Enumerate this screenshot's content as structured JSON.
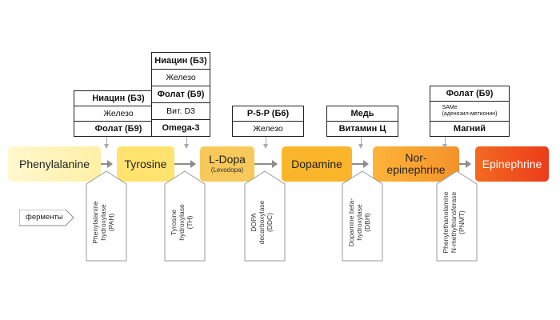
{
  "nodes": [
    {
      "id": "phenylalanine",
      "name": "Phenylalanine",
      "sub": "",
      "color": "#fff3b8",
      "text": "#222"
    },
    {
      "id": "tyrosine",
      "name": "Tyrosine",
      "sub": "",
      "color": "#ffe36e",
      "text": "#222"
    },
    {
      "id": "ldopa",
      "name": "L-Dopa",
      "sub": "(Levodopa)",
      "color": "#f7c95b",
      "text": "#222"
    },
    {
      "id": "dopamine",
      "name": "Dopamine",
      "sub": "",
      "color": "#fbb52a",
      "text": "#222"
    },
    {
      "id": "norepinephrine",
      "name": "Nor-\nepinephrine",
      "sub": "",
      "color": "#f8a12e",
      "text": "#222"
    },
    {
      "id": "epinephrine",
      "name": "Epinephrine",
      "sub": "",
      "color": "#ef5a1e",
      "text": "#ffffff"
    }
  ],
  "cofactors": [
    {
      "rows": [
        {
          "t": "Ниацин (Б3)",
          "b": true
        },
        {
          "t": "Железо"
        },
        {
          "t": "Фолат (Б9)",
          "b": true
        }
      ]
    },
    {
      "rows": [
        {
          "t": "Ниацин (Б3)",
          "b": true
        },
        {
          "t": "Железо"
        },
        {
          "t": "Фолат (Б9)",
          "b": true
        },
        {
          "t": "Вит. D3"
        },
        {
          "t": "Omega-3",
          "b": true
        }
      ]
    },
    {
      "rows": [
        {
          "t": "P-5-P (Б6)",
          "b": true
        },
        {
          "t": "Железо"
        }
      ]
    },
    {
      "rows": [
        {
          "t": "Медь",
          "b": true
        },
        {
          "t": "Витамин Ц",
          "b": true
        }
      ]
    },
    {
      "rows": [
        {
          "t": "Фолат (Б9)",
          "b": true
        },
        {
          "t": "SAMe\n(аденозил-метионин)",
          "s": true
        },
        {
          "t": "Магний",
          "b": true
        }
      ]
    }
  ],
  "enzymes": [
    {
      "label": "Phenylalanine\nhydroxylase\n(PAH)"
    },
    {
      "label": "Tyrosine\nhydroxylase\n(TH)"
    },
    {
      "label": "DOPA\ndecarboxylase\n(DDC)"
    },
    {
      "label": "Dopamine beta-\nhydroxylase\n(DBH)"
    },
    {
      "label": "Phenylethanolamine\nN-methyltransferase\n(PNMT)"
    }
  ],
  "legend": {
    "label": "ферменты"
  }
}
